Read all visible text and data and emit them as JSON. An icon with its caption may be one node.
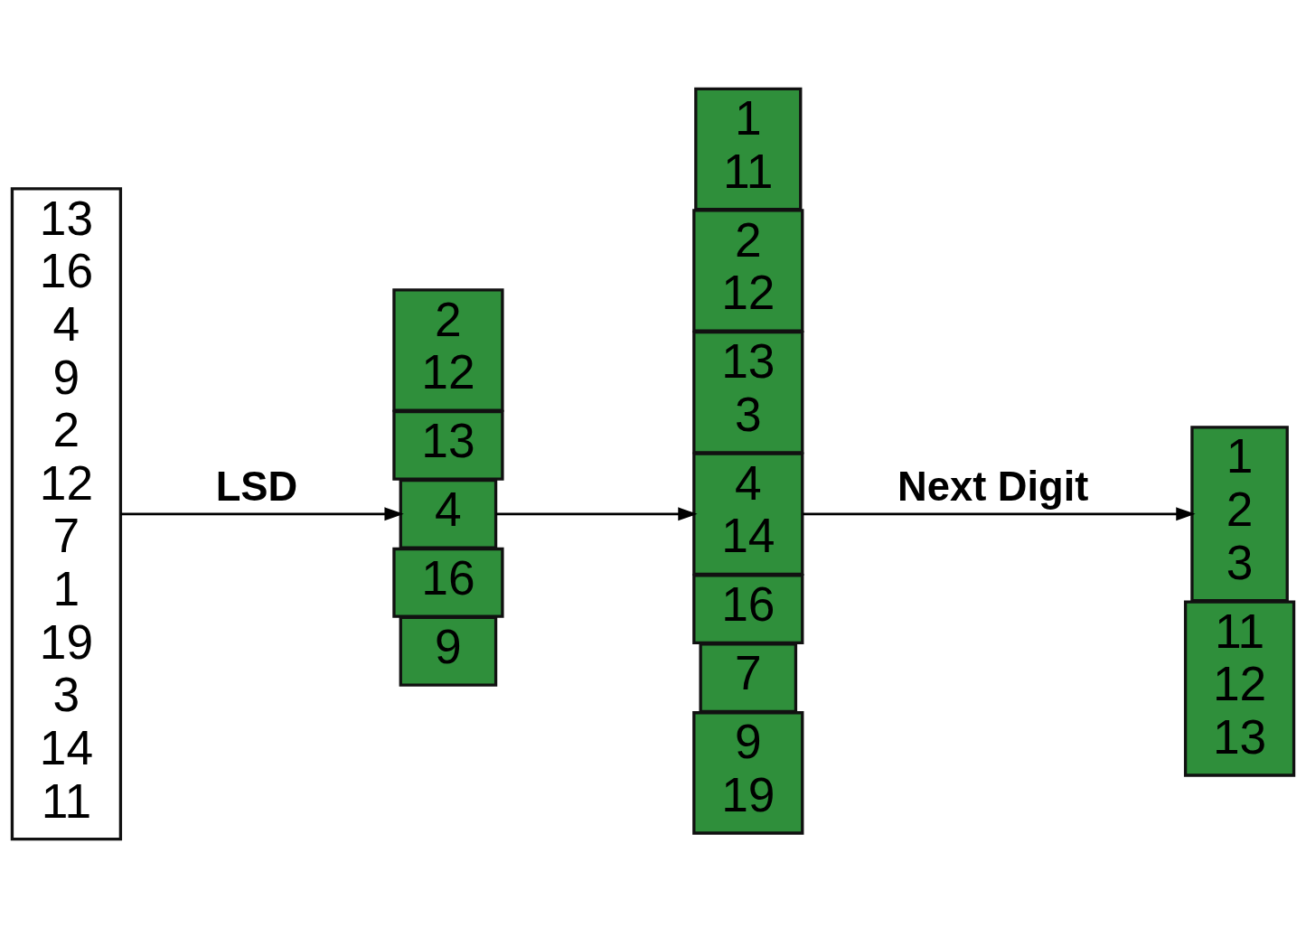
{
  "diagram": {
    "nodes": [
      {
        "text": [
          "13",
          "16",
          "4",
          "9",
          "2",
          "12",
          "7",
          "1",
          "19",
          "3",
          "14",
          "11"
        ]
      },
      {
        "text": [
          "2",
          "12"
        ]
      },
      {
        "text": [
          "13"
        ]
      },
      {
        "text": [
          "4"
        ]
      },
      {
        "text": [
          "16"
        ]
      },
      {
        "text": [
          "9"
        ]
      },
      {
        "text": [
          "1",
          "11"
        ]
      },
      {
        "text": [
          "2",
          "12"
        ]
      },
      {
        "text": [
          "13",
          "3"
        ]
      },
      {
        "text": [
          "4",
          "14"
        ]
      },
      {
        "text": [
          "16"
        ]
      },
      {
        "text": [
          "7"
        ]
      },
      {
        "text": [
          "9",
          "19"
        ]
      },
      {
        "text": [
          "1",
          "2",
          "3"
        ]
      },
      {
        "text": [
          "11",
          "12",
          "13"
        ]
      }
    ],
    "edges": [
      {
        "from": 0,
        "to": 3,
        "arrow": "to",
        "label": "LSD"
      },
      {
        "from": 3,
        "to": 9,
        "arrow": "to"
      },
      {
        "from": 9,
        "to": 13,
        "arrow": "to",
        "label": "Next Digit"
      }
    ]
  }
}
